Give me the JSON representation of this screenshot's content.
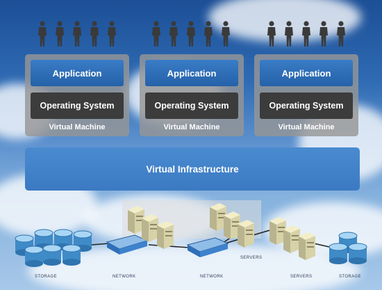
{
  "virtual_machines": [
    {
      "application": "Application",
      "os": "Operating System",
      "label": "Virtual Machine"
    },
    {
      "application": "Application",
      "os": "Operating System",
      "label": "Virtual Machine"
    },
    {
      "application": "Application",
      "os": "Operating System",
      "label": "Virtual Machine"
    }
  ],
  "virtual_infrastructure": "Virtual Infrastructure",
  "hardware_captions": {
    "storage_left": "STORAGE",
    "network_left": "NETWORK",
    "network_right": "NETWORK",
    "servers_middle": "SERVERS",
    "servers_right": "SERVERS",
    "storage_right": "STORAGE"
  },
  "colors": {
    "application": "#2f6fb8",
    "operating_system": "#3c3c3c",
    "vm_card": "#969696",
    "infrastructure": "#4583c9",
    "people": "#3a3a3a"
  },
  "icons": [
    "user-icon",
    "storage-drum-icon",
    "network-switch-icon",
    "server-tower-icon"
  ]
}
